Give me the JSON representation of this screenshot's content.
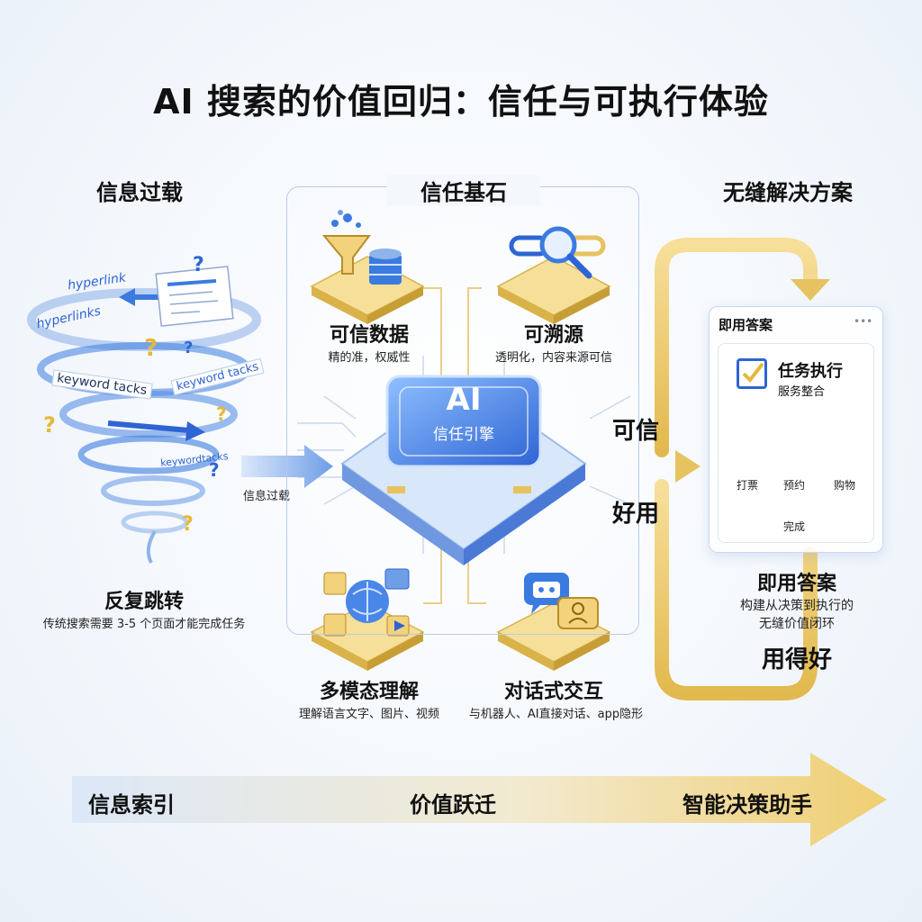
{
  "title": "AI 搜索的价值回归：信任与可执行体验",
  "left": {
    "heading": "信息过载",
    "tornado_words": [
      "hyperlink",
      "hyperlinks",
      "keyword tacks",
      "keyword tacks",
      "keywordtacks"
    ],
    "arrow_label": "信息过载",
    "caption_title": "反复跳转",
    "caption_sub": "传统搜索需要 3-5 个页面才能完成任务"
  },
  "center": {
    "heading": "信任基石",
    "engine_line1": "AI",
    "engine_line2": "信任引擎",
    "cards": [
      {
        "title": "可信数据",
        "sub": "精的准，权威性",
        "icon": "funnel-database-icon"
      },
      {
        "title": "可溯源",
        "sub": "透明化，内容来源可信",
        "icon": "chain-magnifier-icon"
      },
      {
        "title": "多模态理解",
        "sub": "理解语言文字、图片、视频",
        "icon": "brain-media-icon"
      },
      {
        "title": "对话式交互",
        "sub": "与机器人、AI直接对话、app隐形",
        "icon": "chatbot-icon"
      }
    ]
  },
  "right": {
    "heading": "无缝解决方案",
    "flow_label_1": "可信",
    "flow_label_2": "好用",
    "panel_title": "即用答案",
    "panel_dots": "•••",
    "task_title": "任务执行",
    "task_sub": "服务整合",
    "steps": [
      "打票",
      "预约",
      "购物"
    ],
    "done": "完成",
    "caption_title": "即用答案",
    "caption_sub_1": "构建从决策到执行的",
    "caption_sub_2": "无缝价值闭环",
    "caption_emph": "用得好"
  },
  "bottom": {
    "left": "信息索引",
    "middle": "价值跃迁",
    "right": "智能决策助手"
  },
  "colors": {
    "gold": "#e8c25a",
    "blue": "#3b7be0",
    "light_blue": "#bcd3f2"
  }
}
